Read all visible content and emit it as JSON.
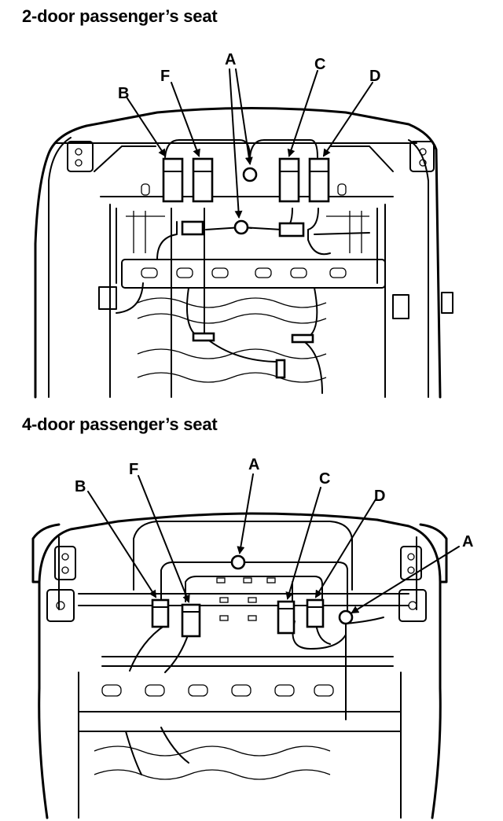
{
  "headings": {
    "two_door": "2-door passenger’s seat",
    "four_door": "4-door passenger’s seat"
  },
  "callouts_2door": {
    "A": "A",
    "B": "B",
    "C": "C",
    "D": "D",
    "F": "F"
  },
  "callouts_4door": {
    "A_top": "A",
    "A_right": "A",
    "B": "B",
    "C": "C",
    "D": "D",
    "F": "F"
  }
}
